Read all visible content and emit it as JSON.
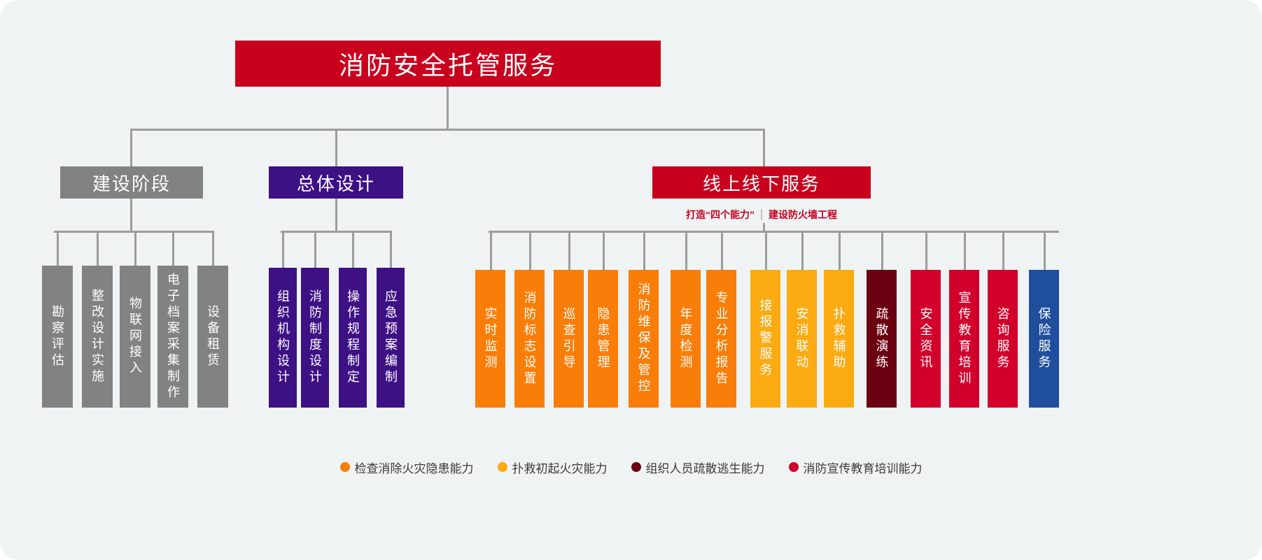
{
  "root": {
    "label": "消防安全托管服务",
    "color": "#c8001e"
  },
  "branches": [
    {
      "label": "建设阶段",
      "color": "#828282",
      "leaf_color": "#828282",
      "leaves": [
        {
          "label": "勘察评估"
        },
        {
          "label": "整改设计实施"
        },
        {
          "label": "物联网接入"
        },
        {
          "label": "电子档案采集制作"
        },
        {
          "label": "设备租赁"
        }
      ]
    },
    {
      "label": "总体设计",
      "color": "#3d1084",
      "leaf_color": "#3d1084",
      "leaves": [
        {
          "label": "组织机构设计"
        },
        {
          "label": "消防制度设计"
        },
        {
          "label": "操作规程制定"
        },
        {
          "label": "应急预案编制"
        }
      ]
    },
    {
      "label": "线上线下服务",
      "color": "#c8001e",
      "subtitle_left": "打造“四个能力”",
      "subtitle_right": "建设防火墙工程",
      "leaves": [
        {
          "label": "实时监测",
          "color": "#f97d09"
        },
        {
          "label": "消防标志设置",
          "color": "#f97d09"
        },
        {
          "label": "巡查引导",
          "color": "#f97d09"
        },
        {
          "label": "隐患管理",
          "color": "#f97d09"
        },
        {
          "label": "消防维保及管控",
          "color": "#f97d09"
        },
        {
          "label": "年度检测",
          "color": "#f97d09"
        },
        {
          "label": "专业分析报告",
          "color": "#f97d09"
        },
        {
          "label": "接报警服务",
          "color": "#fbaa12"
        },
        {
          "label": "安消联动",
          "color": "#fbaa12"
        },
        {
          "label": "扑救辅助",
          "color": "#fbaa12"
        },
        {
          "label": "疏散演练",
          "color": "#6b0110"
        },
        {
          "label": "安全资讯",
          "color": "#d2012c"
        },
        {
          "label": "宣传教育培训",
          "color": "#d2012c"
        },
        {
          "label": "咨询服务",
          "color": "#d2012c"
        },
        {
          "label": "保险服务",
          "color": "#1f4e9c"
        }
      ]
    }
  ],
  "legend": [
    {
      "label": "检查消除火灾隐患能力",
      "color": "#f97d09"
    },
    {
      "label": "扑救初起火灾能力",
      "color": "#fbaa12"
    },
    {
      "label": "组织人员疏散逃生能力",
      "color": "#6b0110"
    },
    {
      "label": "消防宣传教育培训能力",
      "color": "#d2012c"
    }
  ]
}
